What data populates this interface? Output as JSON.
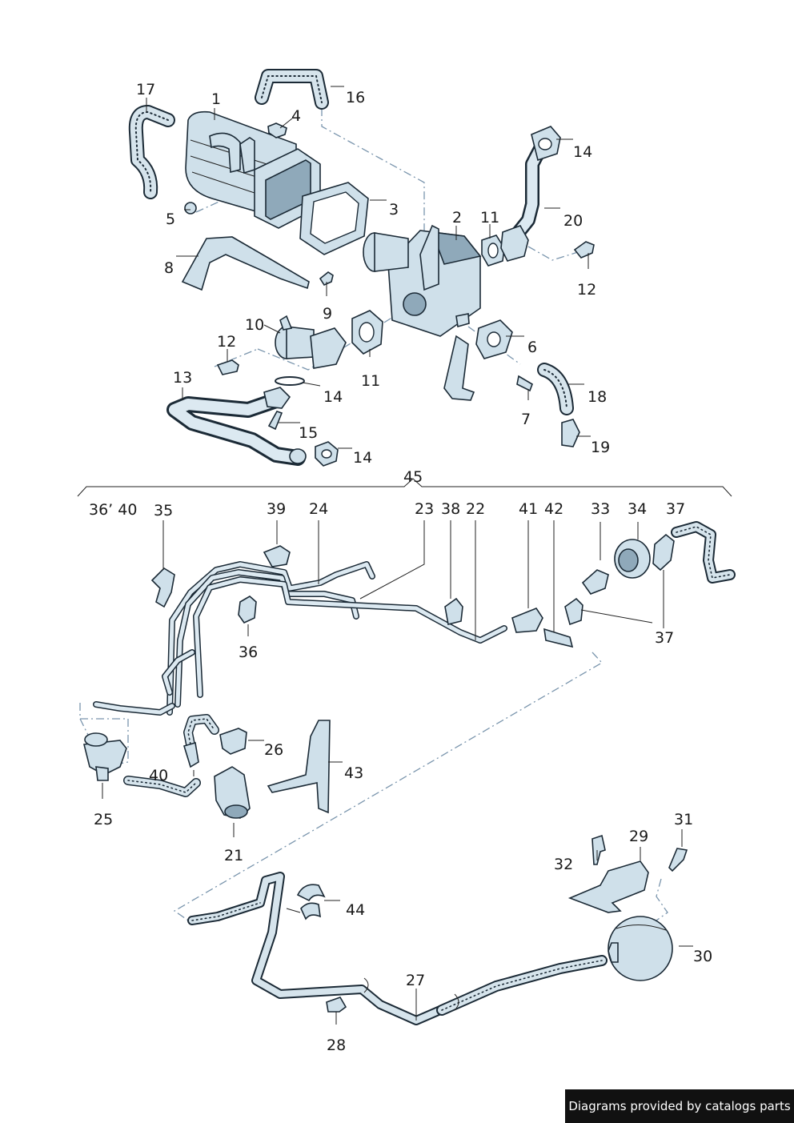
{
  "callouts": {
    "c1": "1",
    "c2": "2",
    "c3": "3",
    "c4": "4",
    "c5": "5",
    "c6": "6",
    "c7": "7",
    "c8": "8",
    "c9": "9",
    "c10": "10",
    "c11a": "11",
    "c11b": "11",
    "c12a": "12",
    "c12b": "12",
    "c13": "13",
    "c14a": "14",
    "c14b": "14",
    "c14c": "14",
    "c15": "15",
    "c16": "16",
    "c17": "17",
    "c18": "18",
    "c19": "19",
    "c20": "20",
    "c21": "21",
    "c22": "22",
    "c23": "23",
    "c24": "24",
    "c25": "25",
    "c26": "26",
    "c27": "27",
    "c28": "28",
    "c29": "29",
    "c30": "30",
    "c31": "31",
    "c32": "32",
    "c33": "33",
    "c34": "34",
    "c35": "35",
    "c36a": "36",
    "c36_40": "36’ 40",
    "c37a": "37",
    "c37b": "37",
    "c38": "38",
    "c39": "39",
    "c40": "40",
    "c41": "41",
    "c42": "42",
    "c43": "43",
    "c44": "44",
    "c45": "45"
  },
  "footer": {
    "text": "Diagrams provided by catalogs parts"
  }
}
